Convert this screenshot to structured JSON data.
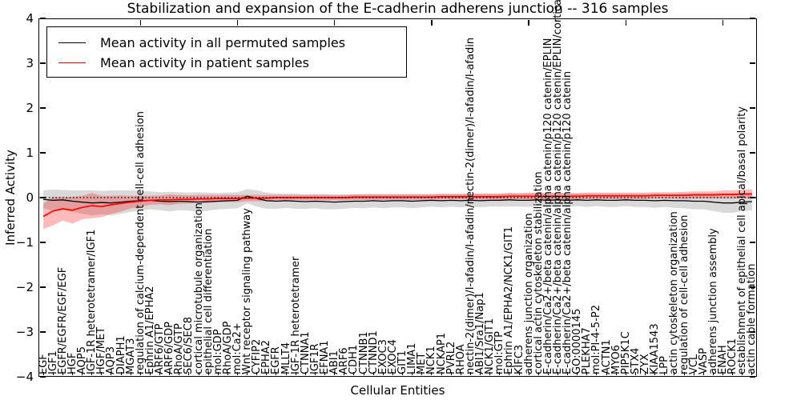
{
  "figure": {
    "title": "Stabilization and expansion of the E-cadherin adherens junction -- 316 samples",
    "xlabel": "Cellular Entities",
    "ylabel": "Inferred Activity",
    "legend": {
      "entries": [
        {
          "label": "Mean activity in all permuted samples",
          "color": "#000000"
        },
        {
          "label": "Mean activity in patient samples",
          "color": "#ff0000"
        }
      ],
      "position": "upper left"
    },
    "ytick_labels": [
      "4",
      "3",
      "2",
      "1",
      "0",
      "−1",
      "−2",
      "−3",
      "−4"
    ]
  },
  "chart_data": {
    "type": "line",
    "title": "Stabilization and expansion of the E-cadherin adherens junction -- 316 samples",
    "xlabel": "Cellular Entities",
    "ylabel": "Inferred Activity",
    "ylim": [
      -4,
      4
    ],
    "ytick_values": [
      4,
      3,
      2,
      1,
      0,
      -1,
      -2,
      -3,
      -4
    ],
    "grid": false,
    "legend_position": "upper left",
    "reference_line": {
      "y": 0,
      "style": "dotted",
      "color": "#000000"
    },
    "categories": [
      "EGF",
      "IGF1",
      "EGFR/EGFR/EGF/EGF",
      "HGF",
      "AQP5",
      "IGF-1R heterotetramer/IGF1",
      "HGF/MET",
      "AQP3",
      "DIAPH1",
      "MGAT3",
      "regulation of calcium-dependent cell-cell adhesion",
      "Ephrin A1/EPHA2",
      "ARF6/GTP",
      "ARF6/GDP",
      "RhoA/GTP",
      "SEC6/SEC8",
      "cortical microtubule organization",
      "epithelial cell differentiation",
      "mol:GDP",
      "RhoA/GDP",
      "mol:Ca2+",
      "Wnt receptor signaling pathway",
      "CYFIP2",
      "EPHA2",
      "EGFR",
      "MLLT4",
      "IGF-1R heterotetramer",
      "CTNNA1",
      "IGF1R",
      "EFNA1",
      "ABI1",
      "ARF6",
      "CDH1",
      "CTNNB1",
      "CTNND1",
      "EXOC3",
      "EXOC4",
      "GIT1",
      "LIMA1",
      "MET",
      "NCK1",
      "NCKAP1",
      "PVRL2",
      "RHOA",
      "nectin-2(dimer)/I-afadin/I-afadin/nectin-2(dimer)/I-afadin/I-afadin",
      "ABI1/Sra1/Nap1",
      "NCK1/GIT1",
      "mol:GTP",
      "Ephrin A1/EPHA2/NCK1/GIT1",
      "KIFC3",
      "adherens junction organization",
      "cortical actin cytoskeleton stabilization",
      "E-cadherin/Ca2+/beta catenin/alpha catenin/p120 catenin/EPLIN",
      "E-cadherin/Ca2+/beta catenin/alpha catenin/p120 catenin/EPLIN/cortical actin",
      "E-cadherin/Ca2+/beta catenin/alpha catenin/p120 catenin",
      "GO:0000145",
      "PLEKHA7",
      "mol:PI-4-5-P2",
      "ACTN1",
      "MYO6",
      "PIP5K1C",
      "STX4",
      "ZYX",
      "KIAA1543",
      "LPP",
      "actin cytoskeleton organization",
      "regulation of cell-cell adhesion",
      "VCL",
      "VASP",
      "adherens junction assembly",
      "ENAH",
      "ROCK1",
      "establishment of epithelial cell apical/basal polarity",
      "actin cable formation"
    ],
    "series": [
      {
        "name": "Mean activity in all permuted samples",
        "color": "#000000",
        "band_color": "#000000",
        "band_opacity": 0.15,
        "values": [
          -0.04,
          -0.06,
          -0.05,
          -0.08,
          -0.1,
          -0.12,
          -0.11,
          -0.12,
          -0.1,
          -0.08,
          -0.07,
          -0.06,
          -0.08,
          -0.09,
          -0.08,
          -0.09,
          -0.1,
          -0.09,
          -0.08,
          -0.07,
          -0.06,
          0.03,
          -0.02,
          -0.07,
          -0.08,
          -0.07,
          -0.08,
          -0.09,
          -0.08,
          -0.09,
          -0.1,
          -0.09,
          -0.08,
          -0.08,
          -0.07,
          -0.08,
          -0.07,
          -0.07,
          -0.08,
          -0.07,
          -0.06,
          -0.07,
          -0.06,
          -0.07,
          -0.06,
          -0.07,
          -0.06,
          -0.06,
          -0.05,
          -0.06,
          -0.06,
          -0.05,
          -0.06,
          -0.05,
          -0.06,
          -0.05,
          -0.06,
          -0.05,
          -0.06,
          -0.06,
          -0.05,
          -0.06,
          -0.06,
          -0.07,
          -0.06,
          -0.07,
          -0.07,
          -0.08,
          -0.08,
          -0.1,
          -0.12,
          -0.12,
          -0.1,
          -0.09
        ],
        "band_halfwidth": [
          0.2,
          0.24,
          0.22,
          0.24,
          0.26,
          0.28,
          0.26,
          0.28,
          0.26,
          0.24,
          0.22,
          0.2,
          0.2,
          0.22,
          0.2,
          0.2,
          0.22,
          0.2,
          0.18,
          0.18,
          0.18,
          0.16,
          0.18,
          0.18,
          0.17,
          0.16,
          0.17,
          0.16,
          0.16,
          0.17,
          0.16,
          0.16,
          0.15,
          0.16,
          0.15,
          0.16,
          0.15,
          0.15,
          0.16,
          0.15,
          0.14,
          0.15,
          0.14,
          0.15,
          0.14,
          0.15,
          0.14,
          0.14,
          0.15,
          0.14,
          0.15,
          0.14,
          0.15,
          0.14,
          0.15,
          0.14,
          0.15,
          0.14,
          0.15,
          0.15,
          0.14,
          0.15,
          0.15,
          0.16,
          0.15,
          0.16,
          0.17,
          0.18,
          0.18,
          0.2,
          0.22,
          0.22,
          0.2,
          0.2
        ]
      },
      {
        "name": "Mean activity in patient samples",
        "color": "#ff0000",
        "band_color": "#ff0000",
        "band_opacity": 0.27,
        "values": [
          -0.42,
          -0.3,
          -0.25,
          -0.28,
          -0.22,
          -0.18,
          -0.2,
          -0.16,
          -0.13,
          -0.1,
          -0.08,
          -0.06,
          -0.05,
          -0.05,
          -0.04,
          -0.04,
          -0.03,
          -0.03,
          -0.02,
          -0.02,
          -0.02,
          -0.01,
          -0.01,
          -0.01,
          0.0,
          0.0,
          0.0,
          0.0,
          0.0,
          0.0,
          0.0,
          0.0,
          0.01,
          0.01,
          0.01,
          0.01,
          0.01,
          0.01,
          0.01,
          0.01,
          0.01,
          0.02,
          0.02,
          0.02,
          0.02,
          0.02,
          0.02,
          0.02,
          0.03,
          0.03,
          0.03,
          0.03,
          0.03,
          0.03,
          0.03,
          0.03,
          0.04,
          0.04,
          0.04,
          0.04,
          0.04,
          0.04,
          0.04,
          0.05,
          0.05,
          0.05,
          0.05,
          0.06,
          0.06,
          0.06,
          0.07,
          0.07,
          0.08,
          0.08
        ],
        "band_halfwidth": [
          0.28,
          0.32,
          0.26,
          0.3,
          0.26,
          0.28,
          0.24,
          0.2,
          0.18,
          0.14,
          0.12,
          0.1,
          0.1,
          0.12,
          0.1,
          0.09,
          0.09,
          0.09,
          0.08,
          0.08,
          0.08,
          0.07,
          0.07,
          0.07,
          0.06,
          0.06,
          0.06,
          0.06,
          0.06,
          0.06,
          0.06,
          0.06,
          0.06,
          0.06,
          0.06,
          0.06,
          0.06,
          0.06,
          0.06,
          0.06,
          0.06,
          0.06,
          0.06,
          0.06,
          0.07,
          0.07,
          0.07,
          0.07,
          0.07,
          0.07,
          0.08,
          0.08,
          0.08,
          0.08,
          0.07,
          0.07,
          0.07,
          0.07,
          0.07,
          0.07,
          0.07,
          0.07,
          0.07,
          0.07,
          0.07,
          0.07,
          0.08,
          0.08,
          0.08,
          0.08,
          0.09,
          0.09,
          0.1,
          0.1
        ]
      }
    ]
  }
}
